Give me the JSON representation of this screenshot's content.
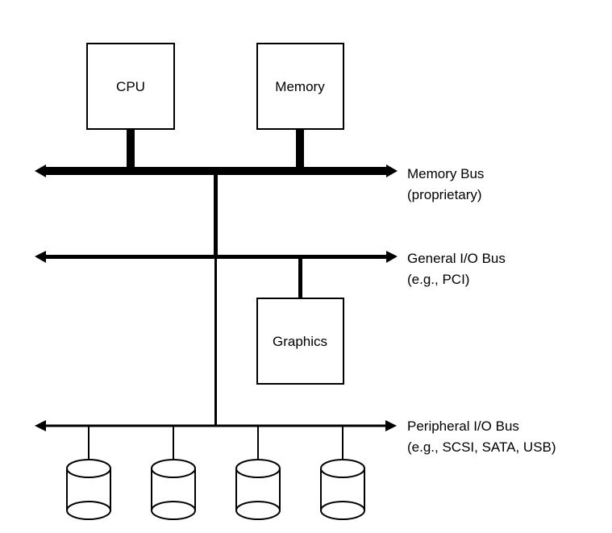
{
  "diagram": {
    "type": "computer-bus-architecture",
    "components": {
      "cpu": {
        "label": "CPU"
      },
      "memory": {
        "label": "Memory"
      },
      "graphics": {
        "label": "Graphics"
      }
    },
    "buses": {
      "memory_bus": {
        "label": "Memory Bus",
        "sublabel": "(proprietary)"
      },
      "general_io_bus": {
        "label": "General I/O Bus",
        "sublabel": "(e.g., PCI)"
      },
      "peripheral_io_bus": {
        "label": "Peripheral I/O Bus",
        "sublabel": "(e.g., SCSI, SATA, USB)"
      }
    },
    "disks": [
      {
        "name": "disk-1"
      },
      {
        "name": "disk-2"
      },
      {
        "name": "disk-3"
      },
      {
        "name": "disk-4"
      }
    ],
    "colors": {
      "stroke": "#000000",
      "fill": "#ffffff"
    }
  }
}
